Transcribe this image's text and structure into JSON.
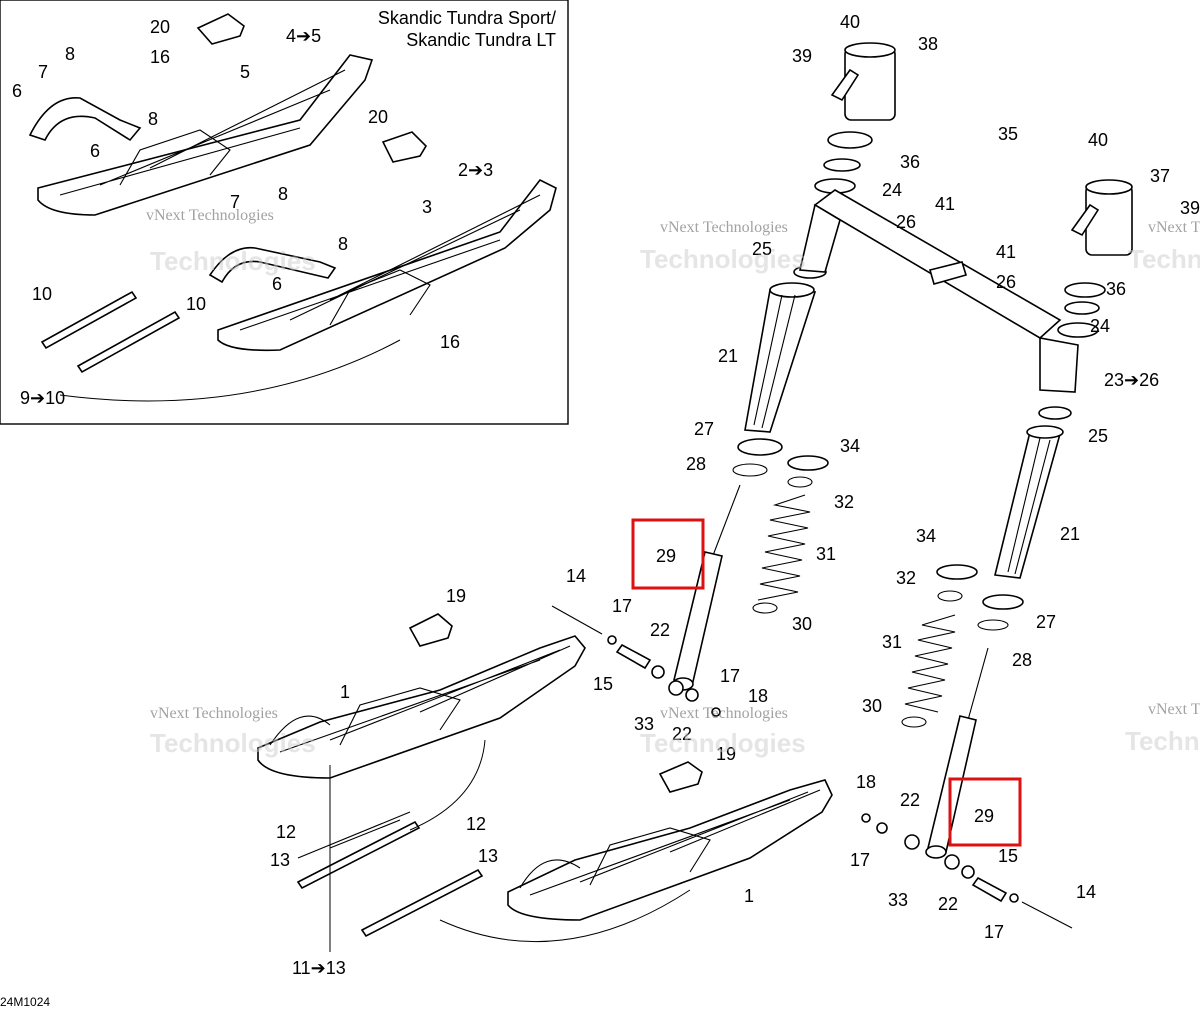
{
  "diagram": {
    "inset_title_line1": "Skandic Tundra Sport/",
    "inset_title_line2": "Skandic Tundra LT",
    "reference_code": "24M1024",
    "highlight_color": "#d11111",
    "watermark": {
      "line1": "vNext Technologies",
      "line2": "vNext",
      "line3": "Technologies"
    },
    "inset_labels": [
      "20",
      "4➔5",
      "8",
      "16",
      "7",
      "5",
      "6",
      "8",
      "6",
      "20",
      "2➔3",
      "7",
      "8",
      "3",
      "8",
      "6",
      "10",
      "10",
      "16",
      "9➔10"
    ],
    "main_labels": [
      "40",
      "39",
      "38",
      "35",
      "36",
      "24",
      "41",
      "26",
      "40",
      "37",
      "39",
      "25",
      "41",
      "26",
      "36",
      "24",
      "21",
      "23➔26",
      "27",
      "34",
      "28",
      "32",
      "25",
      "29",
      "31",
      "21",
      "14",
      "19",
      "17",
      "22",
      "34",
      "32",
      "30",
      "27",
      "15",
      "17",
      "18",
      "31",
      "28",
      "1",
      "33",
      "22",
      "30",
      "19",
      "18",
      "22",
      "29",
      "12",
      "17",
      "15",
      "13",
      "12",
      "13",
      "1",
      "33",
      "22",
      "14",
      "17",
      "11➔13"
    ]
  }
}
